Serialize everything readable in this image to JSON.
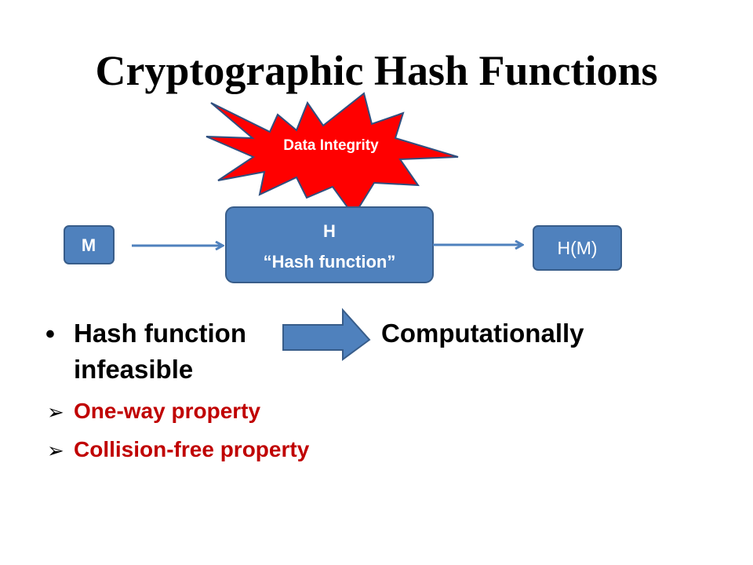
{
  "title": "Cryptographic Hash Functions",
  "diagram": {
    "starburst_label": "Data Integrity",
    "input_label": "M",
    "function_line1": "H",
    "function_line2": "“Hash function”",
    "output_label": "H(M)"
  },
  "bullets": {
    "marker": "•",
    "main_left": "Hash function",
    "main_right": "Computationally",
    "main_continuation": "infeasible",
    "sub_marker": "➢",
    "sub_items": [
      {
        "label": "One-way property"
      },
      {
        "label": "Collision-free property"
      }
    ]
  },
  "colors": {
    "box_fill": "#4f81bd",
    "box_stroke": "#385d8a",
    "starburst_fill": "#ff0000",
    "starburst_stroke": "#2f4f7f",
    "sub_item_text": "#c00000",
    "text": "#000000",
    "box_text": "#ffffff"
  },
  "icons": {
    "bullet": "bullet-dot-icon",
    "sub_bullet": "arrowhead-bullet-icon",
    "flow_arrow": "arrow-right-icon",
    "block_arrow": "block-arrow-right-icon",
    "starburst": "explosion-starburst-icon"
  }
}
